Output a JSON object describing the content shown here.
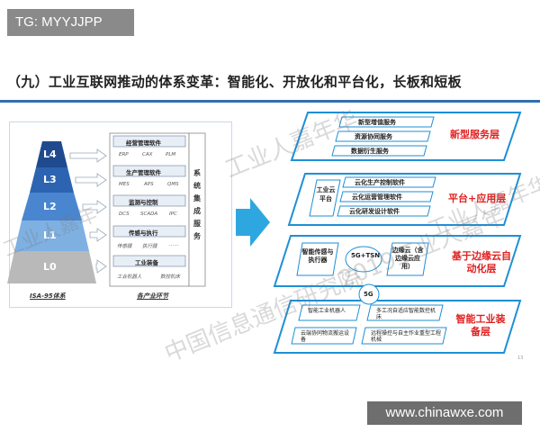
{
  "tag": "TG: MYYJJPP",
  "title": "（九）工业互联网推动的体系变革：智能化、开放化和平台化，长板和短板",
  "left": {
    "levels": [
      "L4",
      "L3",
      "L2",
      "L1",
      "L0"
    ],
    "column": [
      {
        "title": "经营管理软件",
        "sub": [
          "ERP",
          "CAX",
          "PLM"
        ]
      },
      {
        "title": "生产管理软件",
        "sub": [
          "MES",
          "APS",
          "QMS"
        ]
      },
      {
        "title": "监测与控制",
        "sub": [
          "DCS",
          "SCADA",
          "IPC"
        ]
      },
      {
        "title": "传感与执行",
        "sub": [
          "传感器",
          "执行器",
          "……"
        ]
      },
      {
        "title": "工业装备",
        "sub": [
          "工业机器人",
          "数控机床"
        ]
      }
    ],
    "vertical": "系统集成服务",
    "caption_left": "ISA-95体系",
    "caption_right": "各产业环节"
  },
  "right": {
    "layer1": {
      "items": [
        "新型增值服务",
        "资源协同服务",
        "数据衍生服务"
      ],
      "title": "新型服务层"
    },
    "layer2": {
      "side": "工业云平台",
      "items": [
        "云化生产控制软件",
        "云化运营管理软件",
        "云化研发设计软件"
      ],
      "title": "平台+应用层"
    },
    "layer3": {
      "left": "智能传感与执行器",
      "center": "5G+TSN",
      "right": "边缘云（含边缘云应用）",
      "title": "基于边缘云自动化层",
      "node": "5G"
    },
    "layer4": {
      "items": [
        "智能工业机器人",
        "多工况自适应智能数控机床",
        "云端协同物流搬运设备",
        "远程操控与自主作业重型工程机械"
      ],
      "title": "智能工业装备层"
    }
  },
  "watermarks": [
    "中国信息通信研究院",
    "工业人嘉年华",
    "2019工业人嘉年",
    "工业人嘉年华",
    "工业人嘉年"
  ],
  "page_number": "13",
  "footer": "www.chinawxe.com"
}
